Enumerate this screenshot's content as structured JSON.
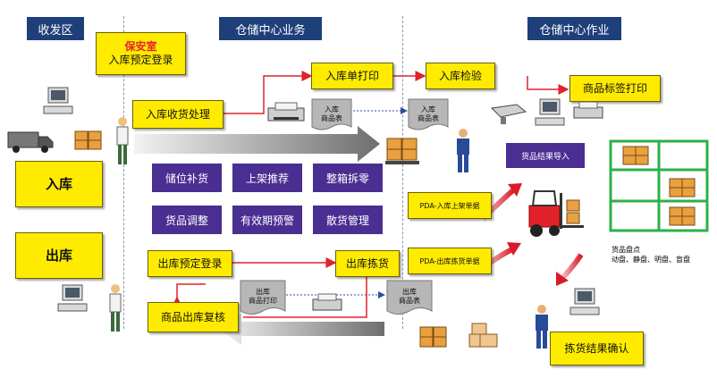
{
  "zones": {
    "receiving": "收发区",
    "business": "仓储中心业务",
    "operation": "仓储中心作业"
  },
  "left": {
    "inbound": "入库",
    "outbound": "出库"
  },
  "boxes": {
    "guard_title": "保安室",
    "inbound_reservation": "入库预定登录",
    "inbound_receiving": "入库收货处理",
    "inbound_print": "入库单打印",
    "inbound_inspect": "入库检验",
    "label_print": "商品标签打印",
    "import_result": "货品结果导入",
    "pda_putaway": "PDA-入库上架单据",
    "pda_picking": "PDA-出库拣货单据",
    "outbound_reservation": "出库预定登录",
    "outbound_picking": "出库拣货",
    "outbound_review": "商品出库复核",
    "picking_confirm": "拣货结果确认"
  },
  "functions": [
    "储位补货",
    "上架推荐",
    "整箱拆零",
    "货品调整",
    "有效期预警",
    "散货管理"
  ],
  "docs": {
    "inbound_doc_1": [
      "入库",
      "商品表"
    ],
    "inbound_doc_2": [
      "入库",
      "商品表"
    ],
    "outbound_doc_1": [
      "出库",
      "商品打印"
    ],
    "outbound_doc_2": [
      "出库",
      "商品表"
    ]
  },
  "inventory": {
    "title": "货品盘点",
    "types": "动盘、静盘、明盘、盲盘"
  },
  "colors": {
    "header": "#1f3f7a",
    "yellow": "#ffeb00",
    "purple": "#4a2e92",
    "red": "#e2222a",
    "green": "#2bb14a"
  },
  "icons": [
    "computer-icon",
    "truck-icon",
    "worker-icon",
    "printer-icon",
    "forklift-icon",
    "pallet-icon",
    "scanner-icon",
    "shelf-icon"
  ]
}
